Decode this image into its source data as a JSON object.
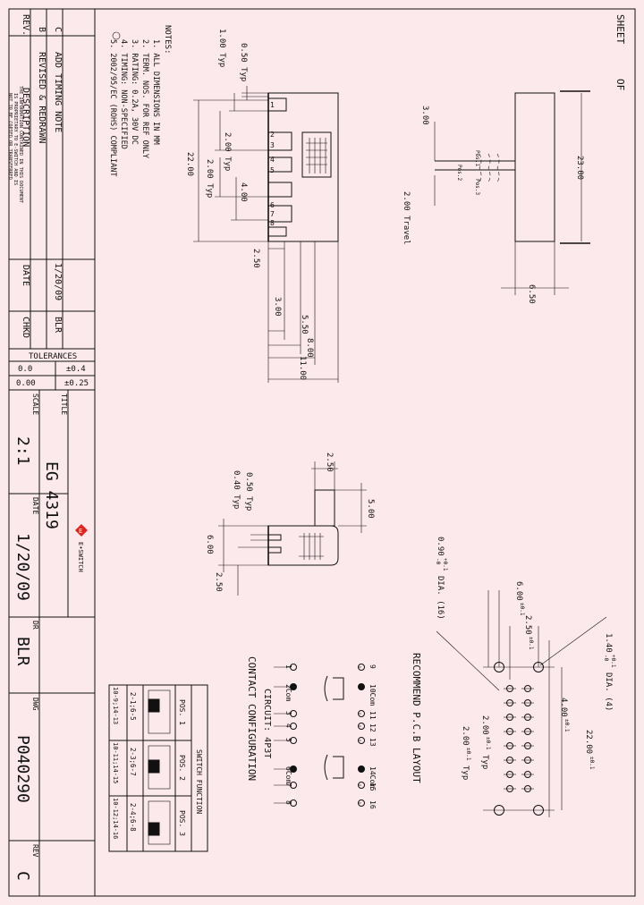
{
  "sheet": {
    "label": "SHEET",
    "of": "OF"
  },
  "revisions": {
    "header": {
      "rev": "REV.",
      "description": "DESCRIPTION",
      "date": "DATE",
      "chkd": "CHKD"
    },
    "rows": [
      {
        "rev": "C",
        "description": "ADD TIMING NOTE",
        "date": "1/20/09",
        "chkd": "BLR"
      },
      {
        "rev": "B",
        "description": "REVISED & REDRAWN",
        "date": "",
        "chkd": ""
      }
    ]
  },
  "proprietary": [
    "THE INFORMATION CONTAINED IN THIS DOCUMENT",
    "IS PROPRIETARY TO E-SWITCH AND IS",
    "NOT TO BE COPIED OR TRANSFERRED"
  ],
  "tolerances": {
    "title": "TOLERANCES",
    "rows": [
      {
        "dec": "0.0",
        "tol": "±0.4"
      },
      {
        "dec": "0.00",
        "tol": "±0.25"
      }
    ]
  },
  "title_block": {
    "scale_label": "SCALE",
    "scale": "2:1",
    "title_label": "TITLE",
    "title": "EG 4319",
    "date_label": "DATE",
    "date": "1/20/09",
    "dr_label": "DR",
    "dr": "BLR",
    "dwg_label": "DWG",
    "dwg": "P040290",
    "rev_label": "REV",
    "rev": "C",
    "logo": "E•SWITCH"
  },
  "notes": {
    "title": "NOTES:",
    "items": [
      "1. ALL DIMENSIONS IN MM",
      "2. TERM. NOS. FOR REF ONLY",
      "3. RATING: 0.2A, 30V DC",
      "4. TIMING: NON-SPECIFIED",
      "5. 2002/95/EC (ROHS) COMPLIANT"
    ]
  },
  "top_view": {
    "dims": {
      "d050typ": "0.50 Typ",
      "d100typ": "1.00 Typ",
      "d200typ_a": "2.00 Typ",
      "d200typ_b": "2.00 Typ",
      "d400": "4.00",
      "d2200": "22.00",
      "d250": "2.50",
      "d300": "3.00",
      "d550": "5.50",
      "d800": "8.00",
      "d1100": "11.00"
    },
    "pins": [
      "1",
      "2",
      "3",
      "4",
      "5",
      "6",
      "7",
      "8"
    ]
  },
  "slide_view": {
    "dims": {
      "d300": "3.00",
      "d2300": "23.00",
      "d650": "6.50",
      "travel": "2.00 Travel"
    },
    "positions": [
      "Pos.1",
      "Pos.2",
      "Pos.3"
    ]
  },
  "side_view": {
    "dims": {
      "d250a": "2.50",
      "d500": "5.00",
      "d050typ": "0.50 Typ",
      "d040typ": "0.40 Typ",
      "d600": "6.00",
      "d250b": "2.50"
    }
  },
  "pcb_layout": {
    "title": "RECOMMEND P.C.B LAYOUT",
    "hole_small": "0.90",
    "hole_small_tol": "+0.1",
    "hole_small_tol2": "-0",
    "hole_small_desc": "DIA. (16)",
    "hole_big": "1.40",
    "hole_big_tol": "+0.1",
    "hole_big_tol2": "-0",
    "hole_big_desc": "DIA. (4)",
    "dims": {
      "d600": "6.00",
      "d250": "2.50",
      "d400": "4.00",
      "d2200": "22.00",
      "d200typ_a": "2.00",
      "d200typ_b": "2.00"
    },
    "dim_tols": {
      "tol01": "±0.1",
      "typ": "Typ"
    }
  },
  "contact": {
    "title": "CONTACT CONFIGURATION",
    "circuit": "CIRCUIT: 4P3T",
    "row_top": [
      "9",
      "10Com",
      "11",
      "12",
      "13",
      "14Com",
      "15",
      "16"
    ],
    "row_bottom": [
      "1",
      "2Com",
      "3",
      "4",
      "5",
      "6Com",
      "7",
      "8"
    ]
  },
  "switch_function": {
    "title": "SWITCH FUNCTION",
    "positions": [
      "POS. 1",
      "POS. 2",
      "POS. 3"
    ],
    "row1": [
      "2-1;6-5",
      "2-3;6-7",
      "2-4;6-8"
    ],
    "row2": [
      "10-9;14-13",
      "10-11;14-15",
      "10-12;14-16"
    ]
  },
  "colors": {
    "background": "#fce9ec",
    "ink": "#111111",
    "logo": "#e2231a"
  }
}
